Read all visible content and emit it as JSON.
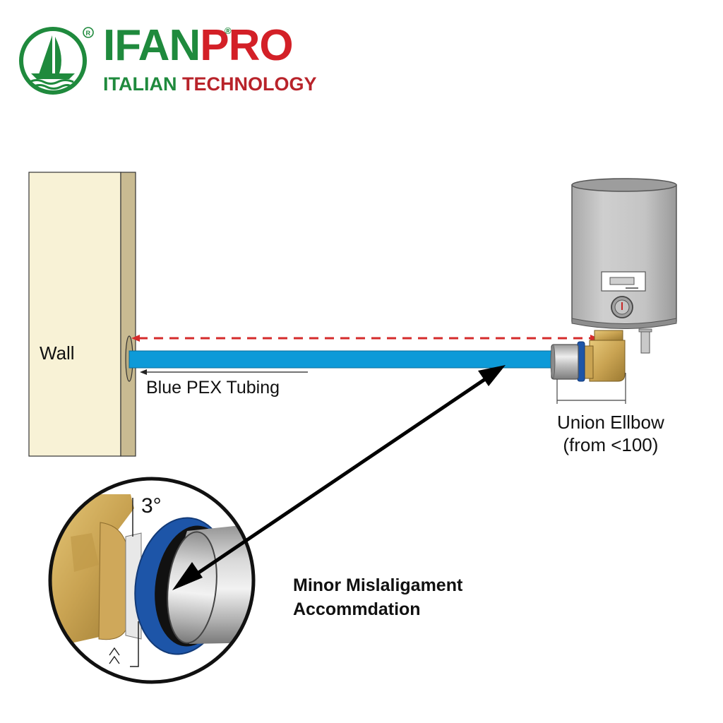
{
  "logo": {
    "brand_primary": "IFAN",
    "brand_secondary": "PRO",
    "registered_mark": "®",
    "tagline_part1": "ITALIAN",
    "tagline_part2": "TECHNOLOGY",
    "colors": {
      "green": "#1f8a3d",
      "red": "#d32027"
    }
  },
  "diagram": {
    "wall_label": "Wall",
    "tubing_label": "Blue PEX Tubing",
    "fitting_label_line1": "Union Ellbow",
    "fitting_label_line2": "(from <100)",
    "angle_label": "3°",
    "callout_line1": "Minor Mislaligament",
    "callout_line2": "Accommdation",
    "colors": {
      "wall_face": "#f8f2d6",
      "wall_edge": "#c9bb92",
      "pex_blue": "#0d9ad8",
      "guide_dash": "#d52b2b",
      "brass": "#c9a352",
      "ring_blue": "#1d55a8",
      "heater_gray": "#bfbfbf"
    }
  }
}
